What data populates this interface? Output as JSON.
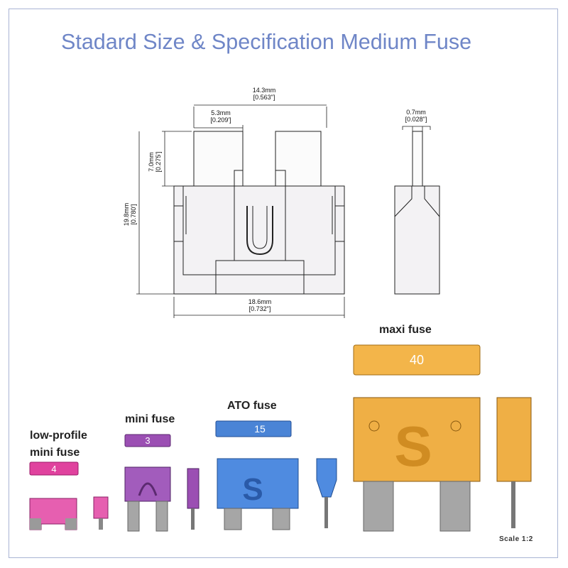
{
  "title": "Stadard Size & Specification Medium Fuse",
  "dimensions": {
    "width_top": {
      "mm": "14.3mm",
      "in": "[0.563\"]"
    },
    "blade_width": {
      "mm": "5.3mm",
      "in": "[0.209']"
    },
    "blade_thickness": {
      "mm": "0.7mm",
      "in": "[0.028\"]"
    },
    "blade_length": {
      "mm": "7.0mm",
      "in": "[0.275']"
    },
    "height": {
      "mm": "19.8mm",
      "in": "[0.780']"
    },
    "width_bottom": {
      "mm": "18.6mm",
      "in": "[0.732\"]"
    }
  },
  "fuses": [
    {
      "name": "low-profile\nmini fuse",
      "line1": "low-profile",
      "line2": "mini fuse",
      "rating": "4",
      "color": "#e0429e"
    },
    {
      "name": "mini fuse",
      "rating": "3",
      "color": "#9b4fb3"
    },
    {
      "name": "ATO fuse",
      "rating": "15",
      "color": "#4a84d6"
    },
    {
      "name": "maxi fuse",
      "rating": "40",
      "color": "#f0b347"
    }
  ],
  "scale": "Scale 1:2"
}
